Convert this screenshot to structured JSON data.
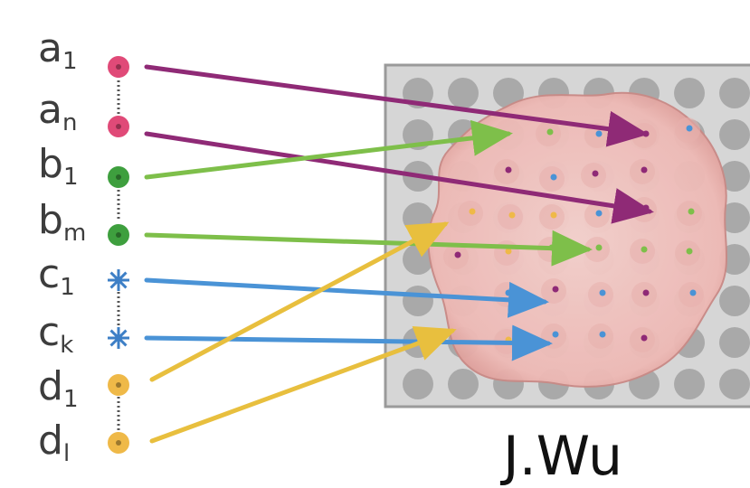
{
  "labels": [
    {
      "base": "a",
      "sub": "1",
      "color": "#e04a78",
      "kind": "dot"
    },
    {
      "base": "a",
      "sub": "n",
      "color": "#e04a78",
      "kind": "dot"
    },
    {
      "base": "b",
      "sub": "1",
      "color": "#3e9f3e",
      "kind": "dot"
    },
    {
      "base": "b",
      "sub": "m",
      "color": "#3e9f3e",
      "kind": "dot"
    },
    {
      "base": "c",
      "sub": "1",
      "color": "#3d7fc6",
      "kind": "star"
    },
    {
      "base": "c",
      "sub": "k",
      "color": "#3d7fc6",
      "kind": "star"
    },
    {
      "base": "d",
      "sub": "1",
      "color": "#efb948",
      "kind": "dot"
    },
    {
      "base": "d",
      "sub": "l",
      "color": "#efb948",
      "kind": "dot"
    }
  ],
  "caption": "J.Wu",
  "colors": {
    "plate_bg": "#d6d6d6",
    "well": "#a9a9a9",
    "tissue": "#efc0bd",
    "arrow_a": "#8f2a76",
    "arrow_b": "#7ebf4a",
    "arrow_c": "#4a93d6",
    "arrow_d": "#e8bf3e"
  }
}
